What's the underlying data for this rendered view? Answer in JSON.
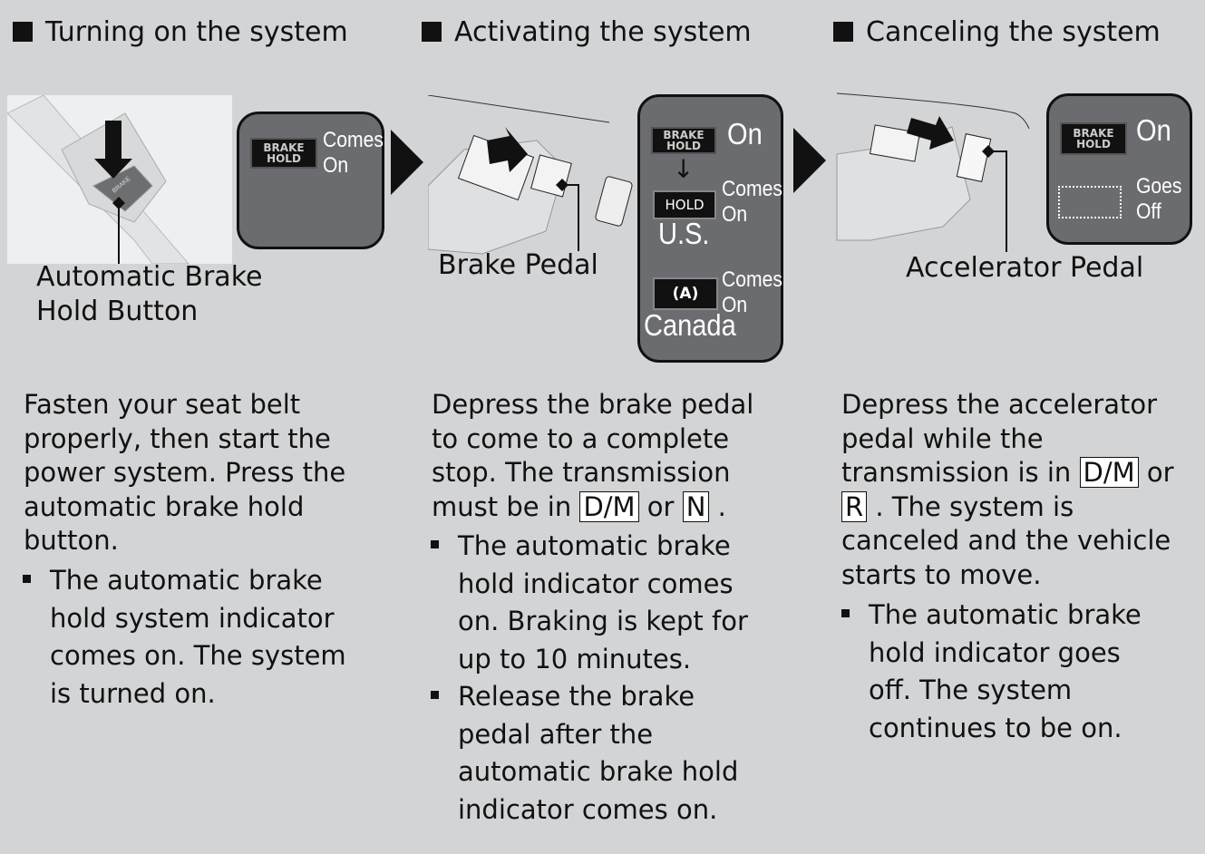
{
  "sections": [
    {
      "title": "Turning on the system",
      "callout": "Automatic Brake Hold Button",
      "callout_lines": [
        "Automatic Brake",
        "Hold Button"
      ],
      "panel": {
        "indicator": "BRAKE HOLD",
        "status": [
          "Comes",
          "On"
        ]
      },
      "body": [
        "Fasten your seat belt",
        "properly, then start the",
        "power system. Press the",
        "automatic brake hold",
        "button."
      ],
      "bullets": [
        [
          "The automatic brake",
          "hold system indicator",
          "comes on. The system",
          "is turned on."
        ]
      ]
    },
    {
      "title": "Activating the system",
      "callout": "Brake Pedal",
      "panel": {
        "indicator": "BRAKE HOLD",
        "status": "On",
        "us": {
          "indicator": "HOLD",
          "status": [
            "Comes",
            "On"
          ],
          "label": "U.S."
        },
        "canada": {
          "indicator": "(A)",
          "status": [
            "Comes",
            "On"
          ],
          "label": "Canada"
        }
      },
      "body_lines": [
        "Depress the brake pedal",
        "to come to a complete",
        "stop. The transmission"
      ],
      "body_last": {
        "prefix": "must be in ",
        "key1": "D/M",
        "mid": " or ",
        "key2": "N",
        "suffix": " ."
      },
      "bullets": [
        [
          "The automatic brake",
          "hold indicator comes",
          "on. Braking is kept for",
          "up to 10 minutes."
        ],
        [
          "Release the brake",
          "pedal after the",
          "automatic brake hold",
          "indicator comes on."
        ]
      ]
    },
    {
      "title": "Canceling the system",
      "callout": "Accelerator Pedal",
      "panel": {
        "indicator": "BRAKE HOLD",
        "status": "On",
        "off_status": [
          "Goes",
          "Off"
        ]
      },
      "body_l1": "Depress the accelerator",
      "body_l2": "pedal while the",
      "body_l3": {
        "prefix": "transmission is in ",
        "key": "D/M",
        "suffix": " or"
      },
      "body_l4": {
        "key": "R",
        "suffix": " . The system is"
      },
      "body_l5": "canceled and the vehicle",
      "body_l6": "starts to move.",
      "bullets": [
        [
          "The automatic brake",
          "hold indicator goes",
          "off. The system",
          "continues to be on."
        ]
      ]
    }
  ],
  "colors": {
    "background": "#d3d4d6",
    "panel": "#6b6c6f",
    "indicator": "#111111"
  }
}
